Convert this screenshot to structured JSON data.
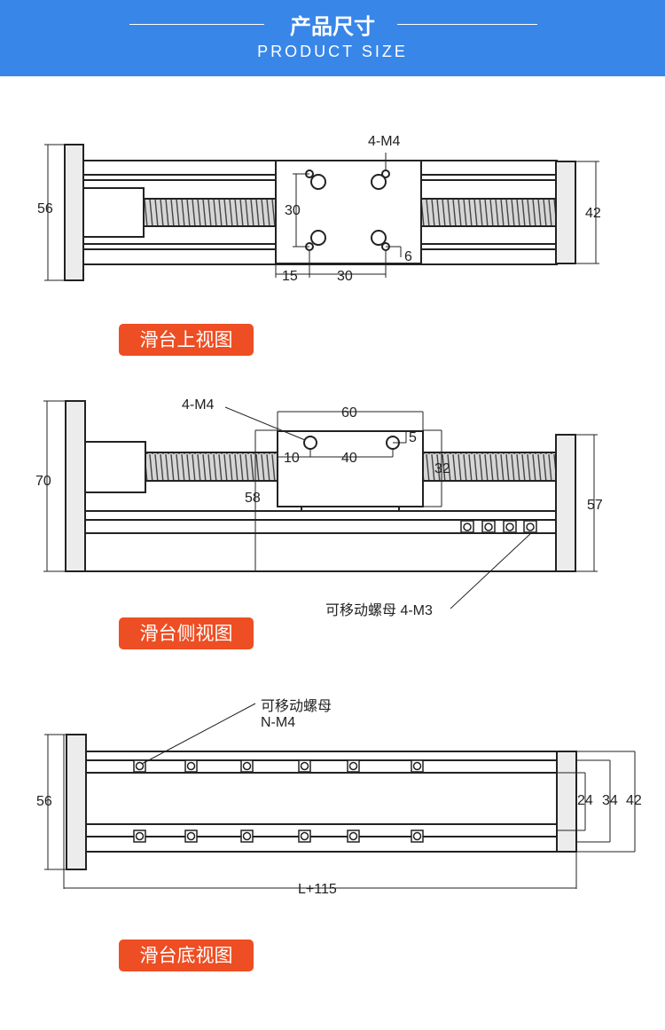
{
  "header": {
    "title": "产品尺寸",
    "subtitle": "PRODUCT SIZE",
    "background": "#3886e8"
  },
  "views": {
    "top": {
      "label": "滑台上视图",
      "dims": {
        "height": "56",
        "rail": "42",
        "hole_vertical": "30",
        "hole_offset": "15",
        "hole_horizontal": "30",
        "edge": "6",
        "thread": "4-M4"
      }
    },
    "side": {
      "label": "滑台侧视图",
      "dims": {
        "height": "70",
        "right_height": "57",
        "block_width": "60",
        "hole_spacing": "40",
        "hole_offset": "10",
        "hole_top": "5",
        "screw_height": "32",
        "total_block": "58",
        "thread": "4-M4",
        "nut_note": "可移动螺母 4-M3"
      }
    },
    "bottom": {
      "label": "滑台底视图",
      "dims": {
        "height": "56",
        "inner": "24",
        "mid": "34",
        "outer": "42",
        "length": "L+115",
        "nut_note_line1": "可移动螺母",
        "nut_note_line2": "N-M4"
      }
    }
  },
  "colors": {
    "badge": "#ee4e23",
    "line": "#222222",
    "body_fill": "#e8e8e8"
  }
}
